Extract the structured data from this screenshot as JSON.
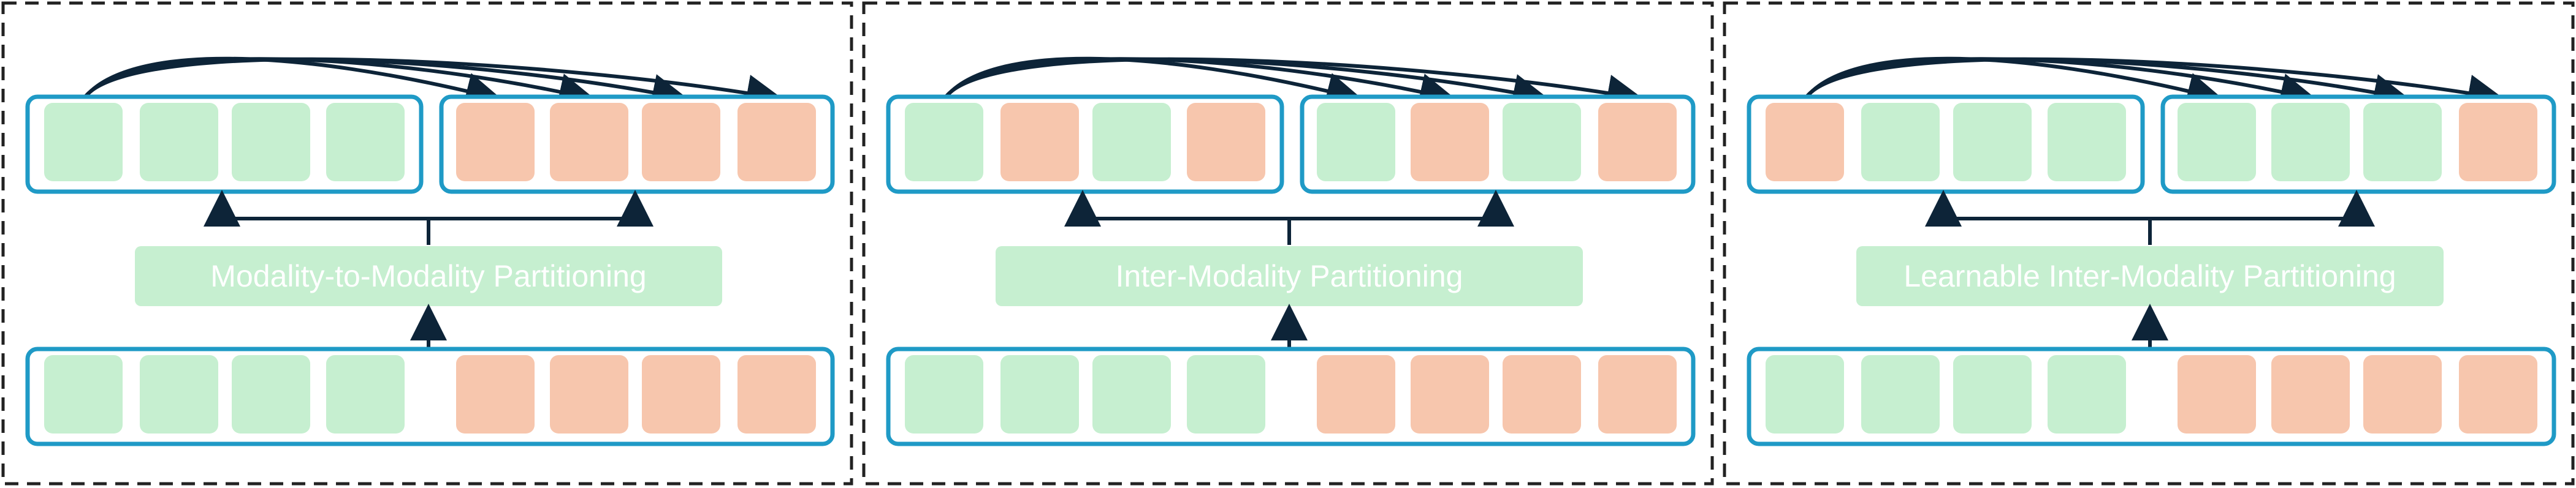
{
  "colors": {
    "green_token": "#c6efd0",
    "orange_token": "#f7c6ad",
    "group_border": "#1f9ac6",
    "arrow": "#0d2438",
    "label_box": "#c6efd0",
    "label_text": "#ffffff",
    "panel_border": "#222222"
  },
  "panels": [
    {
      "label": "Modality-to-Modality Partitioning",
      "top_left": [
        "green",
        "green",
        "green",
        "green"
      ],
      "top_right": [
        "orange",
        "orange",
        "orange",
        "orange"
      ],
      "bottom": [
        "green",
        "green",
        "green",
        "green",
        "orange",
        "orange",
        "orange",
        "orange"
      ]
    },
    {
      "label": "Inter-Modality Partitioning",
      "top_left": [
        "green",
        "orange",
        "green",
        "orange"
      ],
      "top_right": [
        "green",
        "orange",
        "green",
        "orange"
      ],
      "bottom": [
        "green",
        "green",
        "green",
        "green",
        "orange",
        "orange",
        "orange",
        "orange"
      ]
    },
    {
      "label": "Learnable Inter-Modality Partitioning",
      "top_left": [
        "orange",
        "green",
        "green",
        "green"
      ],
      "top_right": [
        "green",
        "green",
        "green",
        "orange"
      ],
      "bottom": [
        "green",
        "green",
        "green",
        "green",
        "orange",
        "orange",
        "orange",
        "orange"
      ]
    }
  ]
}
